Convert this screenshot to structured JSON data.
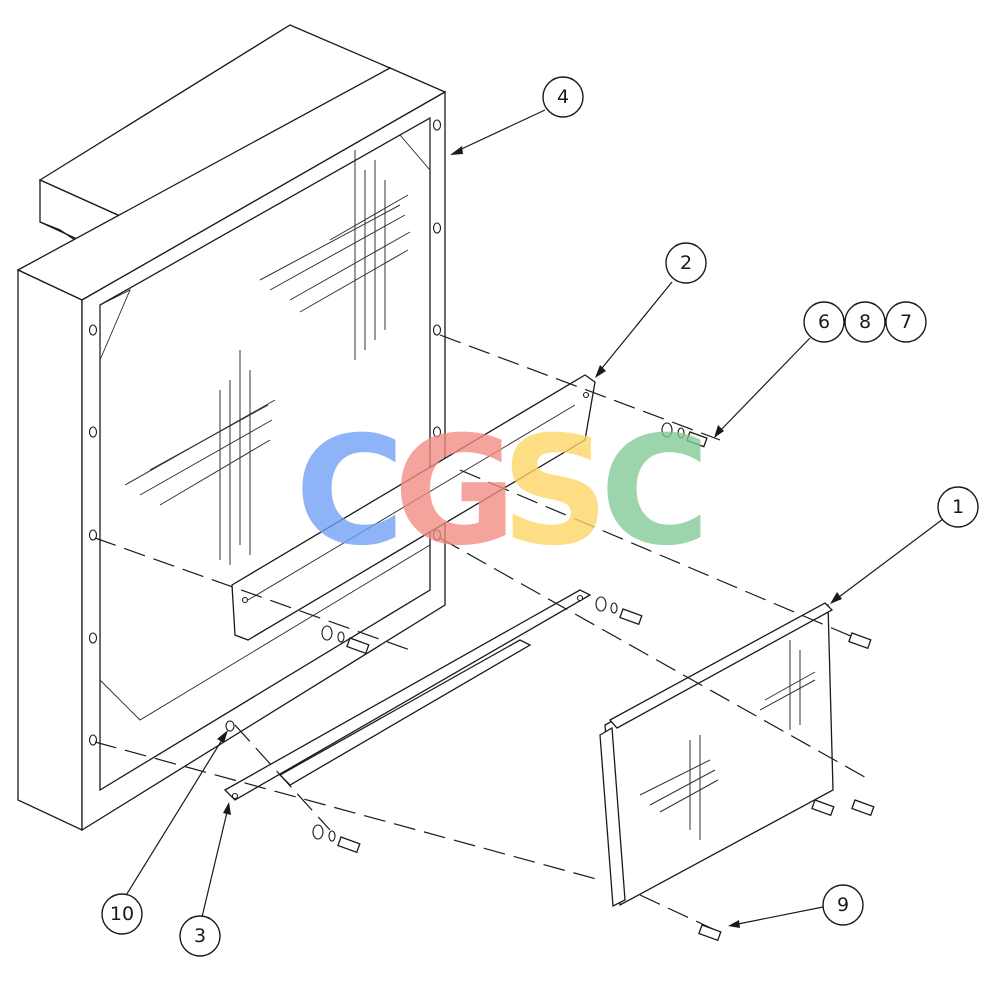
{
  "callouts": [
    {
      "id": "1",
      "label": "1"
    },
    {
      "id": "2",
      "label": "2"
    },
    {
      "id": "3",
      "label": "3"
    },
    {
      "id": "4",
      "label": "4"
    },
    {
      "id": "6",
      "label": "6"
    },
    {
      "id": "7",
      "label": "7"
    },
    {
      "id": "8",
      "label": "8"
    },
    {
      "id": "9",
      "label": "9"
    },
    {
      "id": "10",
      "label": "10"
    }
  ],
  "watermark": {
    "letters": [
      "C",
      "G",
      "S",
      "C"
    ],
    "colors": [
      "#6f9ef6",
      "#f28b82",
      "#fdd663",
      "#81c995"
    ]
  }
}
